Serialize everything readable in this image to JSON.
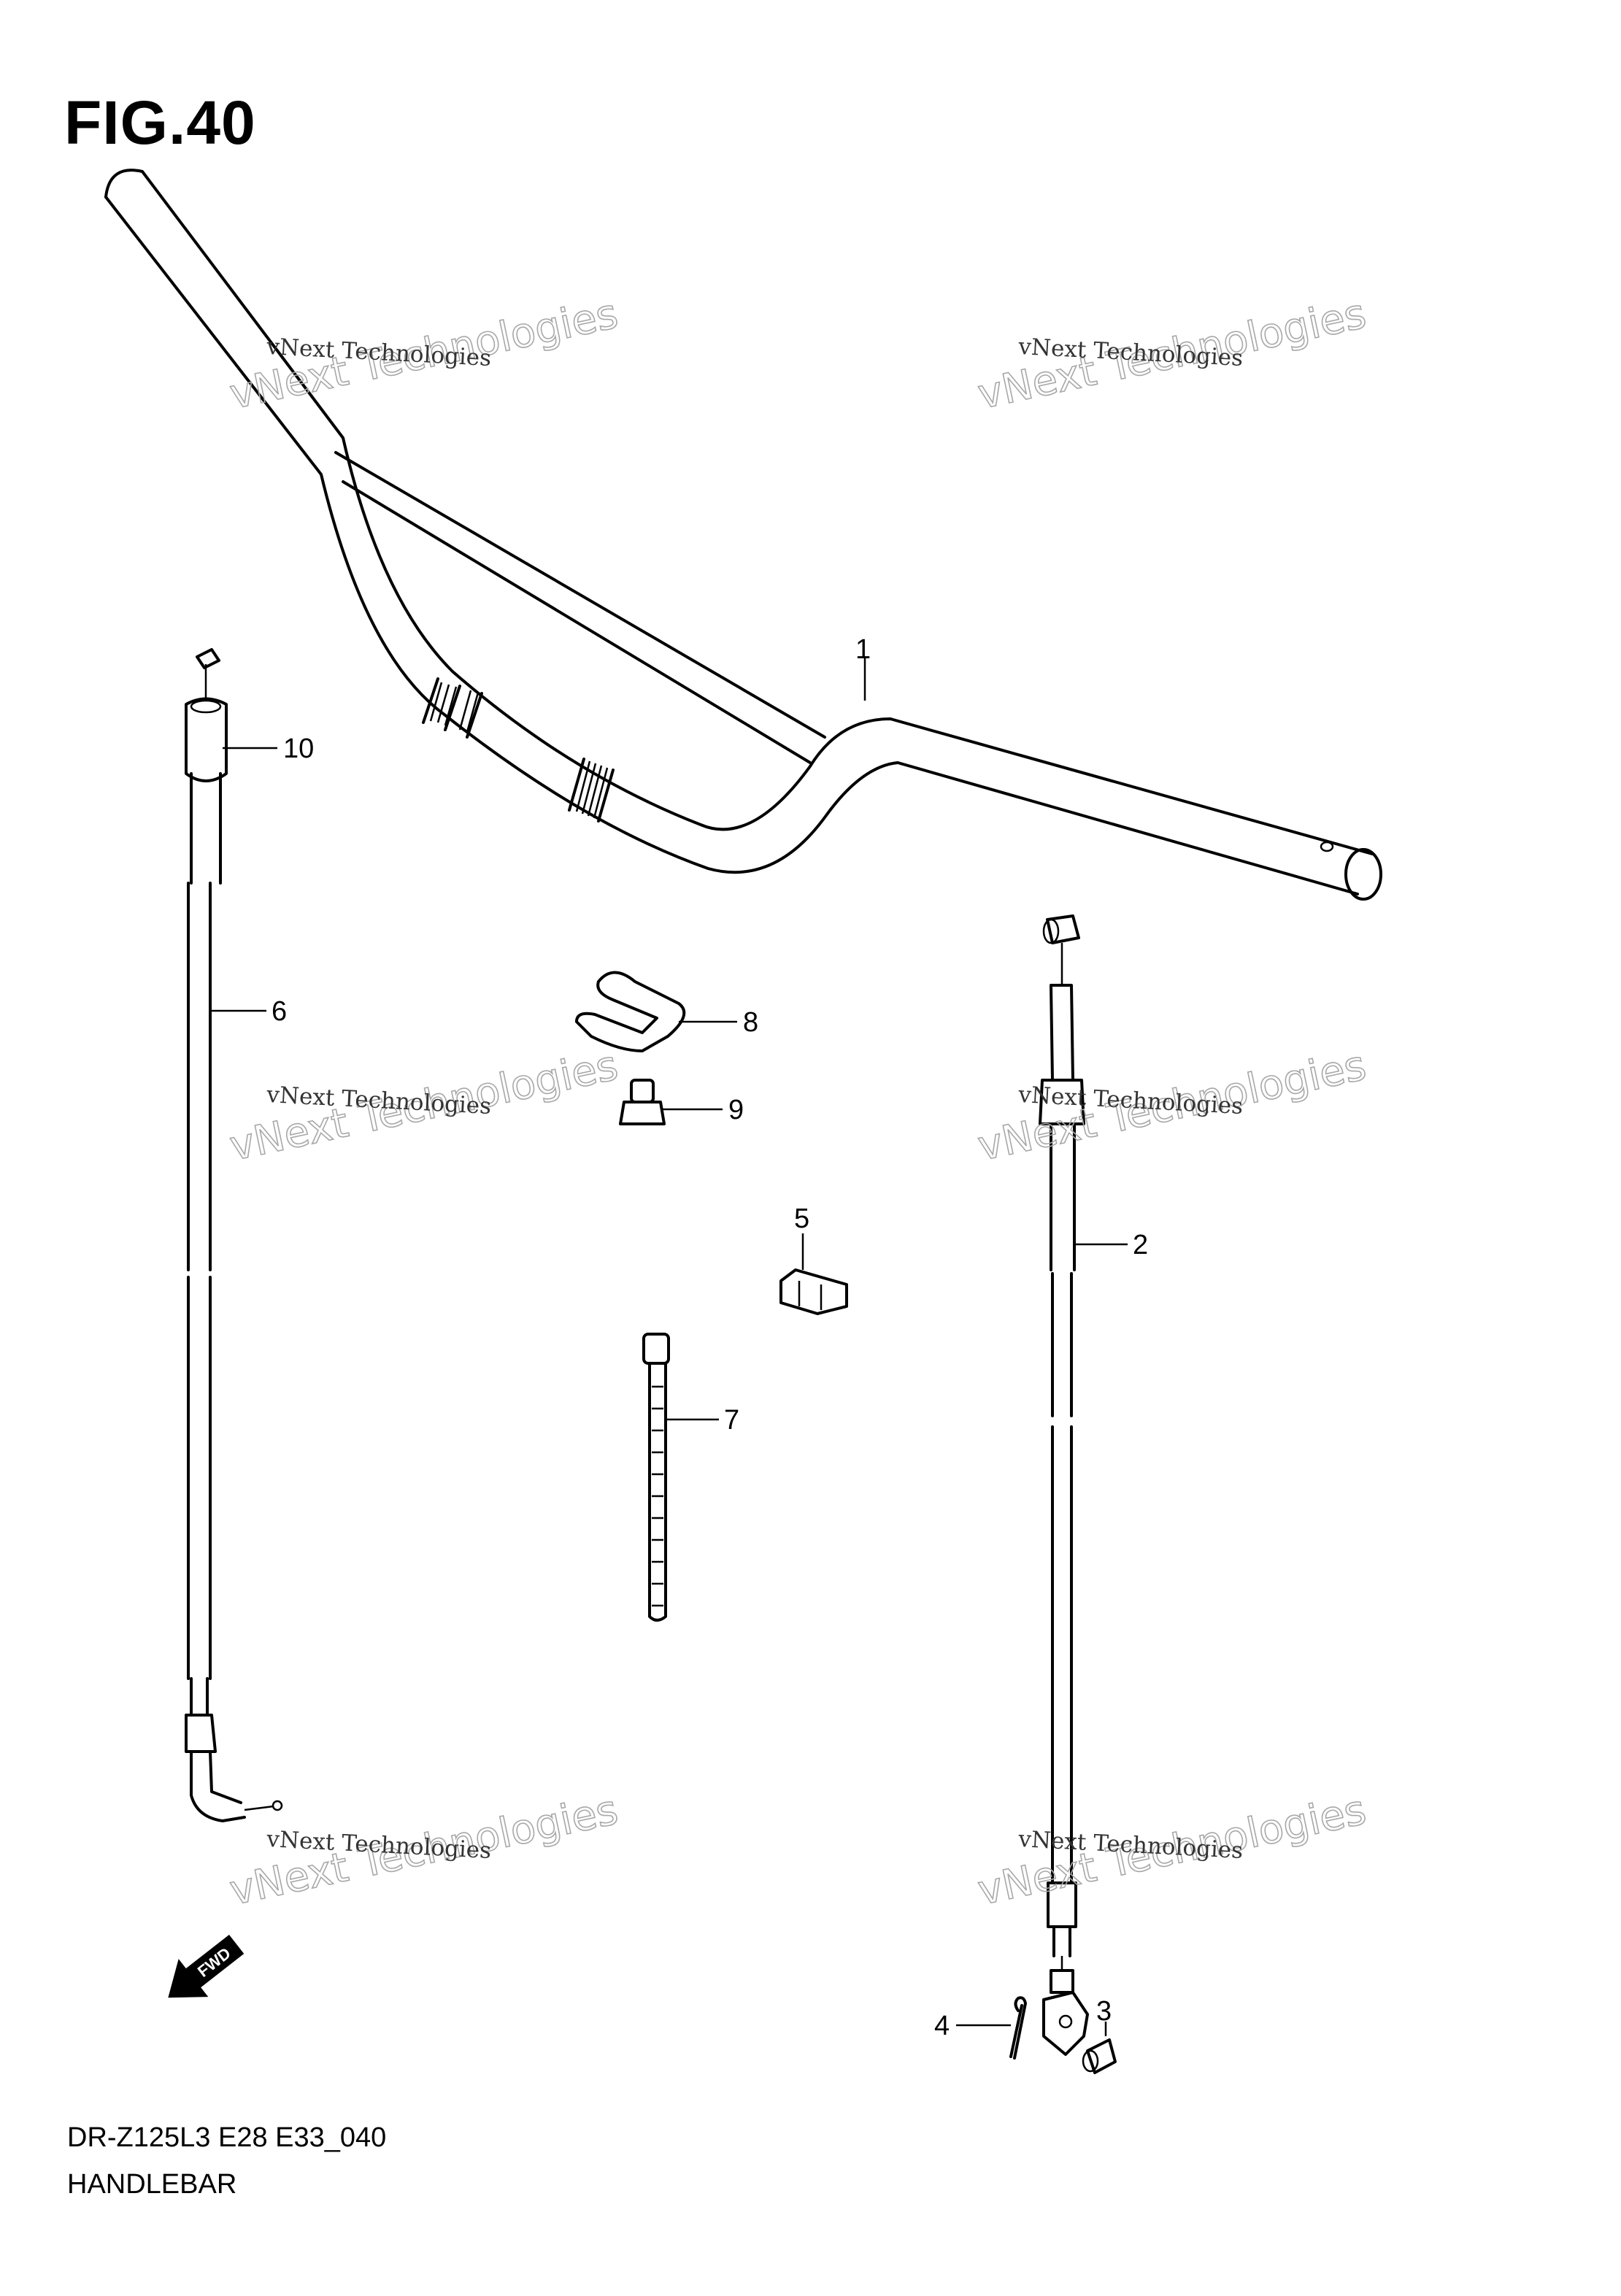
{
  "figure": {
    "title": "FIG.40",
    "model_code": "DR-Z125L3 E28 E33_040",
    "model_name": "HANDLEBAR"
  },
  "callouts": {
    "p1": "1",
    "p2": "2",
    "p3": "3",
    "p4": "4",
    "p5": "5",
    "p6": "6",
    "p7": "7",
    "p8": "8",
    "p9": "9",
    "p10": "10"
  },
  "fwd_label": "FWD",
  "watermark": {
    "line1": "vNext Technologies",
    "line2": "vNext Technologies"
  },
  "colors": {
    "ink": "#000000",
    "background": "#ffffff",
    "watermark": "#a8a8a8"
  }
}
